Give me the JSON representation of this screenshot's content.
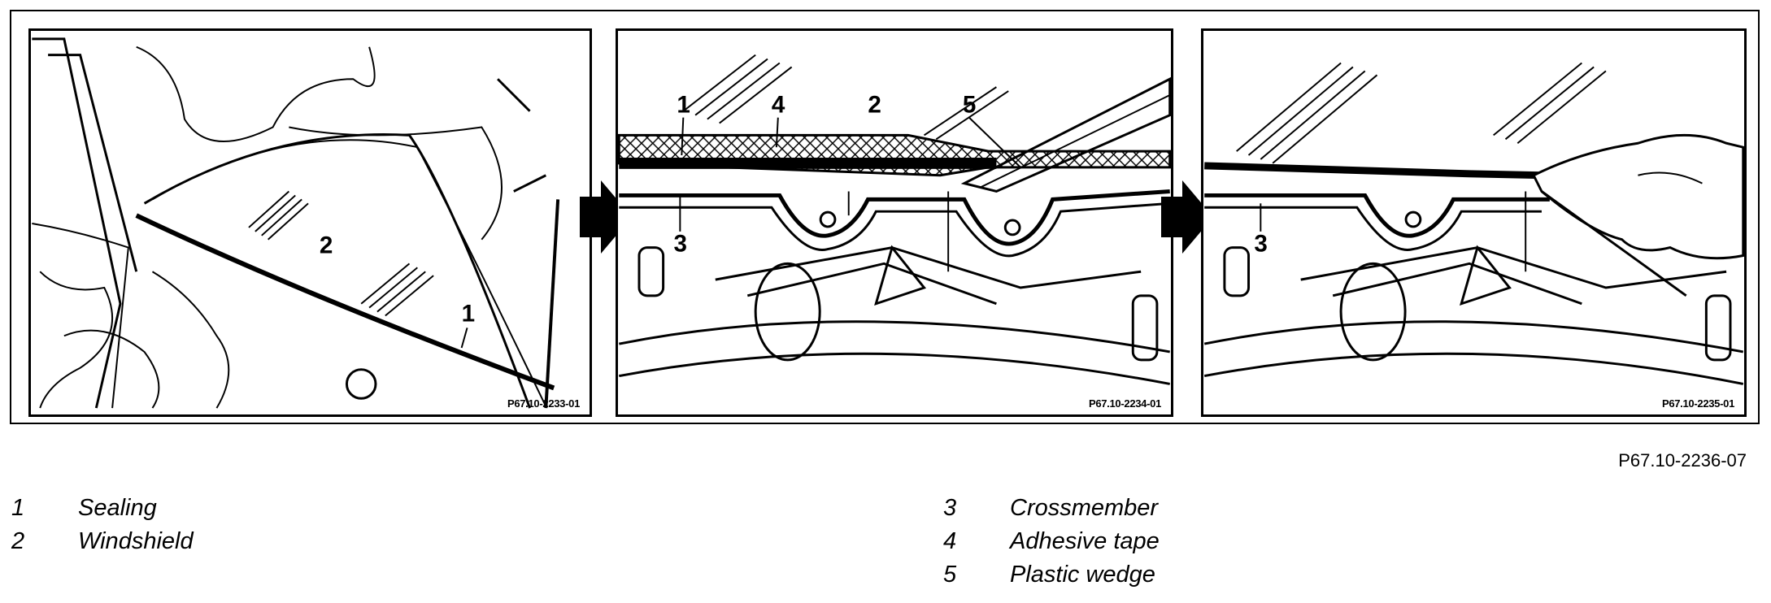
{
  "figure_ref": "P67.10-2236-07",
  "panels": [
    {
      "id": "P67.10-2233-01",
      "callouts": [
        "2",
        "1"
      ]
    },
    {
      "id": "P67.10-2234-01",
      "callouts": [
        "1",
        "4",
        "2",
        "5",
        "3"
      ]
    },
    {
      "id": "P67.10-2235-01",
      "callouts": [
        "3"
      ]
    }
  ],
  "legend": {
    "left": [
      {
        "num": "1",
        "label": "Sealing"
      },
      {
        "num": "2",
        "label": "Windshield"
      }
    ],
    "right": [
      {
        "num": "3",
        "label": "Crossmember"
      },
      {
        "num": "4",
        "label": "Adhesive tape"
      },
      {
        "num": "5",
        "label": "Plastic wedge"
      }
    ]
  }
}
